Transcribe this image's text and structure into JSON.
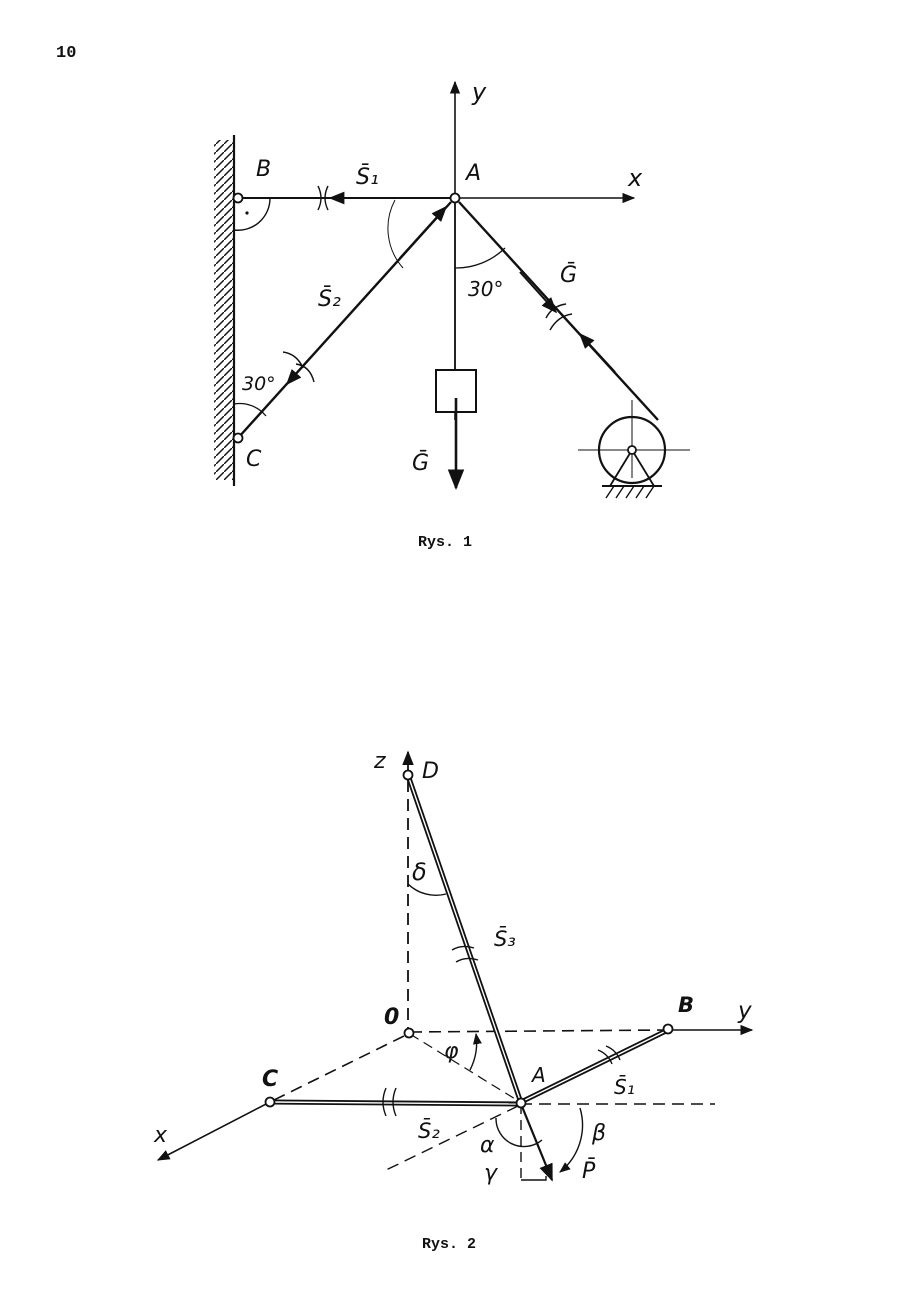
{
  "page_number": "10",
  "figure1": {
    "caption": "Rys. 1",
    "labels": {
      "y": "y",
      "x": "x",
      "A": "A",
      "B": "B",
      "C": "C",
      "S1": "S̄₁",
      "S2": "S̄₂",
      "G_right": "Ḡ",
      "G_down": "Ḡ",
      "angle_A": "30°",
      "angle_C": "30°"
    }
  },
  "figure2": {
    "caption": "Rys. 2",
    "labels": {
      "z": "z",
      "D": "D",
      "delta": "δ",
      "S3": "S̄₃",
      "O": "0",
      "phi": "φ",
      "B": "B",
      "y": "y",
      "A": "A",
      "S1": "S̄₁",
      "C": "C",
      "S2": "S̄₂",
      "x": "x",
      "alpha": "α",
      "gamma": "γ",
      "beta": "β",
      "P": "P̄"
    }
  },
  "colors": {
    "ink": "#111111",
    "paper": "#ffffff"
  }
}
